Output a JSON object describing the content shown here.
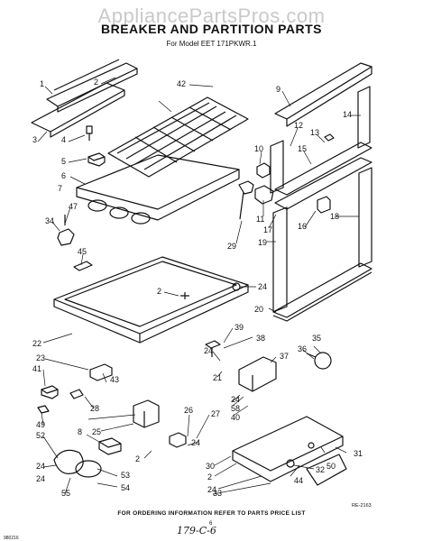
{
  "watermark": "AppliancePartsPros.com",
  "title": "BREAKER AND PARTITION PARTS",
  "subtitle": "For Model EET 171PKWR.1",
  "footer": "FOR ORDERING INFORMATION REFER TO PARTS PRICE LIST",
  "drawing_code": "RE-2163",
  "doc_code": "980216",
  "page_number": "6",
  "handwritten_note": "179-C-6",
  "callouts": [
    "1",
    "2",
    "3",
    "4",
    "5",
    "6",
    "7",
    "42",
    "9",
    "14",
    "12",
    "13",
    "10",
    "15",
    "11",
    "17",
    "16",
    "18",
    "19",
    "29",
    "20",
    "34",
    "47",
    "45",
    "2",
    "24",
    "22",
    "23",
    "41",
    "43",
    "28",
    "49",
    "52",
    "24",
    "8",
    "25",
    "2",
    "24",
    "55",
    "53",
    "54",
    "39",
    "38",
    "24",
    "37",
    "21",
    "24",
    "58",
    "40",
    "35",
    "36",
    "26",
    "27",
    "24",
    "30",
    "2",
    "24",
    "44",
    "31",
    "50",
    "32",
    "33"
  ]
}
